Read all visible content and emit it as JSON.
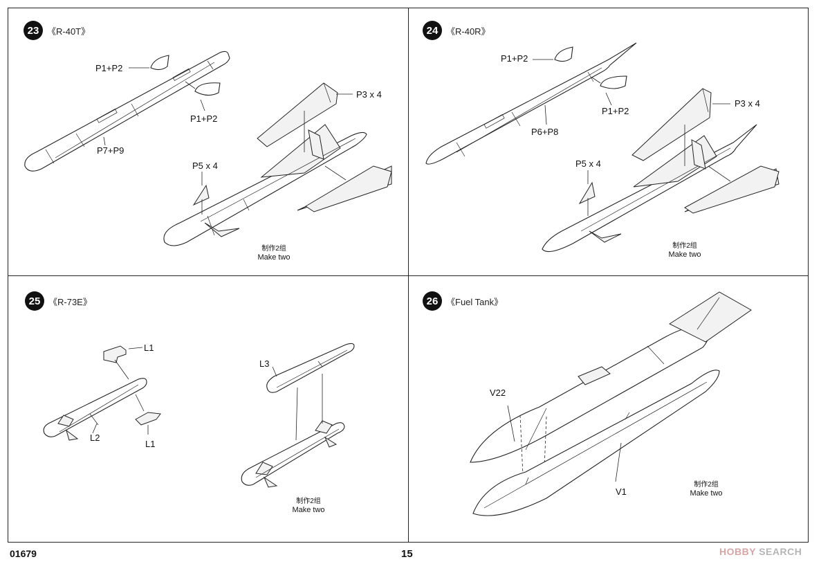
{
  "steps": [
    {
      "num": "23",
      "title": "《R-40T》"
    },
    {
      "num": "24",
      "title": "《R-40R》"
    },
    {
      "num": "25",
      "title": "《R-73E》"
    },
    {
      "num": "26",
      "title": "《Fuel Tank》"
    }
  ],
  "labels": {
    "s23": {
      "p1p2_top": "P1+P2",
      "p1p2_bottom": "P1+P2",
      "p7p9": "P7+P9",
      "p3x4": "P3 x 4",
      "p5x4": "P5 x 4"
    },
    "s24": {
      "p1p2_top": "P1+P2",
      "p1p2_bottom": "P1+P2",
      "p6p8": "P6+P8",
      "p3x4": "P3 x 4",
      "p5x4": "P5 x 4"
    },
    "s25": {
      "l1_top": "L1",
      "l1_bottom": "L1",
      "l2": "L2",
      "l3": "L3"
    },
    "s26": {
      "v22": "V22",
      "v1": "V1"
    }
  },
  "notes": {
    "make_two_zh": "制作2组",
    "make_two_en": "Make two"
  },
  "footer": {
    "code": "01679",
    "page": "15",
    "watermark_brand": "HOBBY",
    "watermark_rest": " SEARCH"
  }
}
